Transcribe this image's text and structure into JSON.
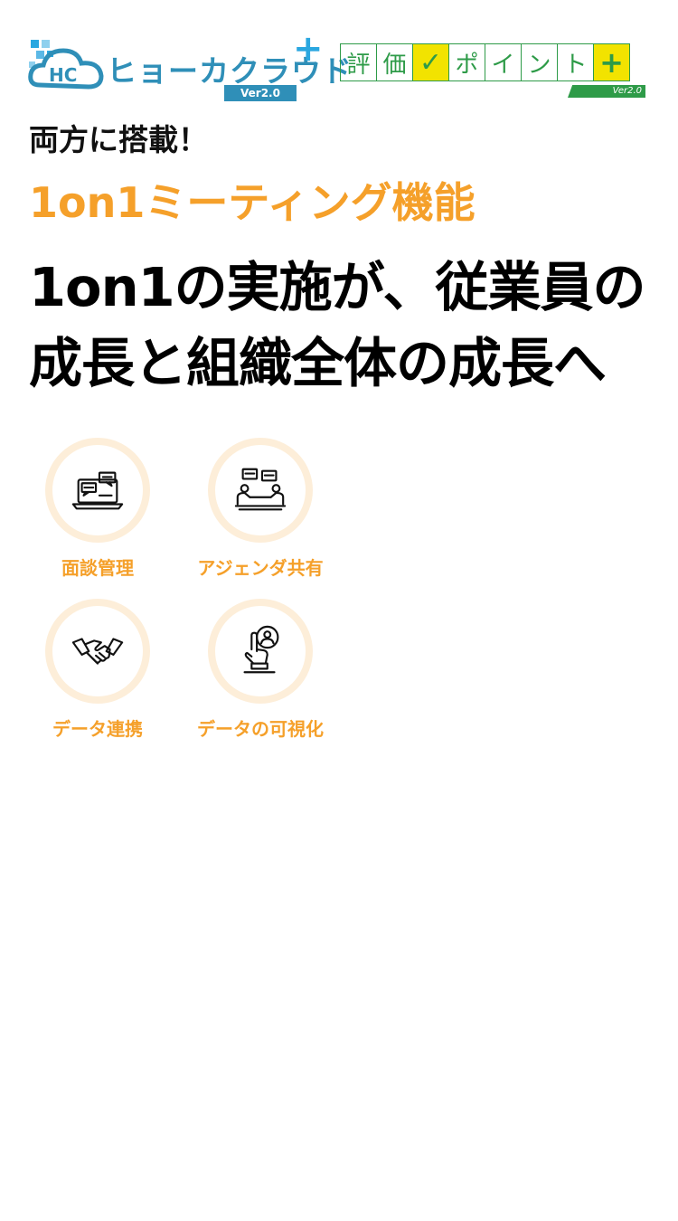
{
  "logos": {
    "hyoka_cloud": {
      "name": "ヒョーカクラウド",
      "version": "Ver2.0",
      "initials": "HC",
      "plus": "+"
    },
    "hyoka_point": {
      "chars": [
        "評",
        "価",
        "✓",
        "ポ",
        "イ",
        "ン",
        "ト",
        "+"
      ],
      "version": "Ver2.0"
    }
  },
  "tagline": "両方に搭載！",
  "feature_title": "1on1ミーティング機能",
  "headline": {
    "line1": "1on1の実施が、従業員の",
    "line2": "成長と組織全体の成長へ"
  },
  "features": [
    {
      "label": "面談管理",
      "icon": "laptop-chat-icon"
    },
    {
      "label": "アジェンダ共有",
      "icon": "meeting-table-icon"
    },
    {
      "label": "データ連携",
      "icon": "handshake-icon"
    },
    {
      "label": "データの可視化",
      "icon": "hand-touch-user-icon"
    }
  ],
  "colors": {
    "accent_orange": "#f5a02a",
    "ring": "#fdeed9",
    "hc_blue": "#2f8fb8",
    "hp_green": "#2e9b48",
    "hp_yellow": "#f2e300"
  }
}
